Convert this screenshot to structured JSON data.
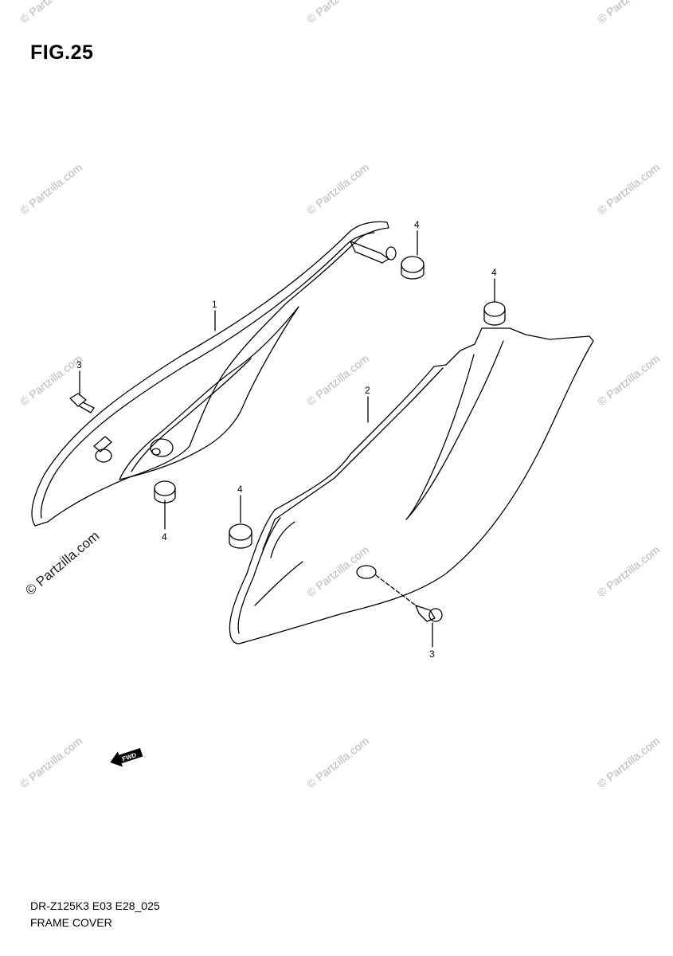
{
  "figure": {
    "title": "FIG.25"
  },
  "callouts": [
    "1",
    "2",
    "3",
    "3",
    "4",
    "4",
    "4",
    "4"
  ],
  "watermark": {
    "text": "© Partzilla.com"
  },
  "fwd_label": "FWD",
  "footer": {
    "model_code": "DR-Z125K3 E03 E28_025",
    "section": "FRAME COVER"
  }
}
